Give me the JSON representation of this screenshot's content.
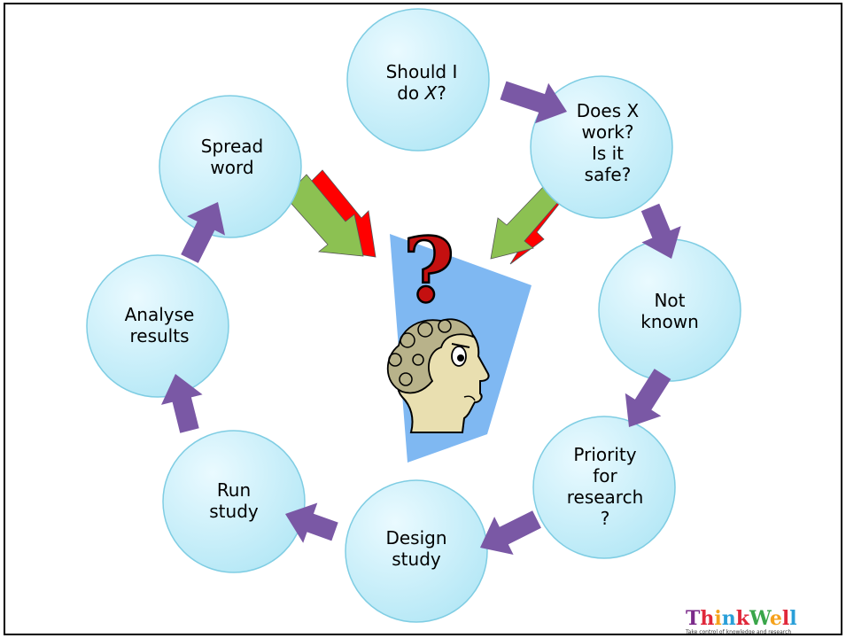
{
  "nodes": [
    {
      "id": "should-i-do-x",
      "line1": "Should I",
      "line2_prefix": "do ",
      "line2_italic": "X",
      "line2_suffix": "?"
    },
    {
      "id": "does-x-work",
      "text": "Does X\nwork?\nIs it\nsafe?"
    },
    {
      "id": "not-known",
      "text": "Not\nknown"
    },
    {
      "id": "priority-for-research",
      "text": "Priority\nfor\nresearch\n?"
    },
    {
      "id": "design-study",
      "text": "Design\nstudy"
    },
    {
      "id": "run-study",
      "text": "Run\nstudy"
    },
    {
      "id": "analyse-results",
      "text": "Analyse\nresults"
    },
    {
      "id": "spread-word",
      "text": "Spread\nword"
    }
  ],
  "center_symbol": "?",
  "logo": {
    "word": "ThinkWell",
    "tagline": "Take control of knowledge and research",
    "letter_colors": [
      "#7b2a8a",
      "#e0283a",
      "#f5a21b",
      "#2a9fd8",
      "#e0283a",
      "#3aa64a",
      "#f5a21b",
      "#e0283a",
      "#2a9fd8"
    ]
  },
  "colors": {
    "circle_fill": "#c8f0fa",
    "circle_stroke": "#7fcde3",
    "cycle_arrow": "#7a58a5",
    "arrow_green": "#8cc152",
    "arrow_red": "#ff0000",
    "center_panel": "#7fb8f2"
  }
}
